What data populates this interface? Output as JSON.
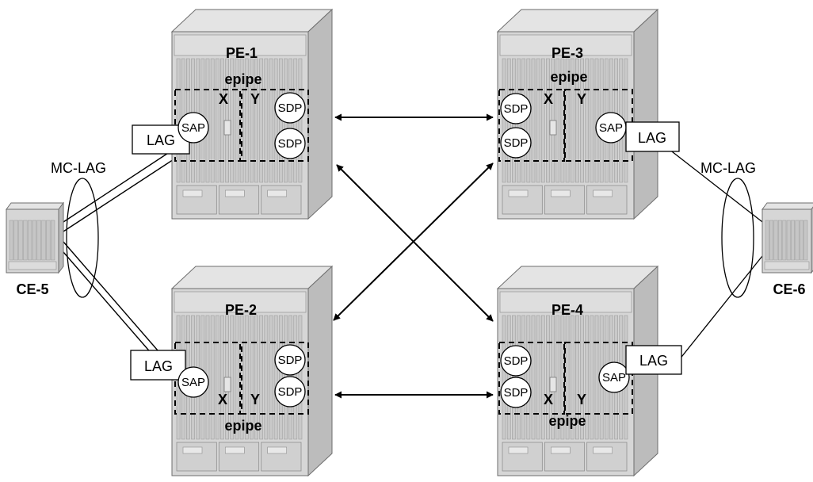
{
  "nodes": {
    "pe1": {
      "name": "PE-1",
      "service": "epipe",
      "x": "X",
      "y": "Y",
      "sap": "SAP",
      "sdp1": "SDP",
      "sdp2": "SDP",
      "lag": "LAG"
    },
    "pe2": {
      "name": "PE-2",
      "service": "epipe",
      "x": "X",
      "y": "Y",
      "sap": "SAP",
      "sdp1": "SDP",
      "sdp2": "SDP",
      "lag": "LAG"
    },
    "pe3": {
      "name": "PE-3",
      "service": "epipe",
      "x": "X",
      "y": "Y",
      "sap": "SAP",
      "sdp1": "SDP",
      "sdp2": "SDP",
      "lag": "LAG"
    },
    "pe4": {
      "name": "PE-4",
      "service": "epipe",
      "x": "X",
      "y": "Y",
      "sap": "SAP",
      "sdp1": "SDP",
      "sdp2": "SDP",
      "lag": "LAG"
    },
    "ce5": {
      "name": "CE-5"
    },
    "ce6": {
      "name": "CE-6"
    }
  },
  "mc_lag_left": "MC-LAG",
  "mc_lag_right": "MC-LAG",
  "colors": {
    "chassis_face": "#d6d6d6",
    "chassis_top": "#e4e4e4",
    "chassis_side": "#bcbcbc",
    "stroke": "#6e6e6e",
    "line": "#000000"
  }
}
